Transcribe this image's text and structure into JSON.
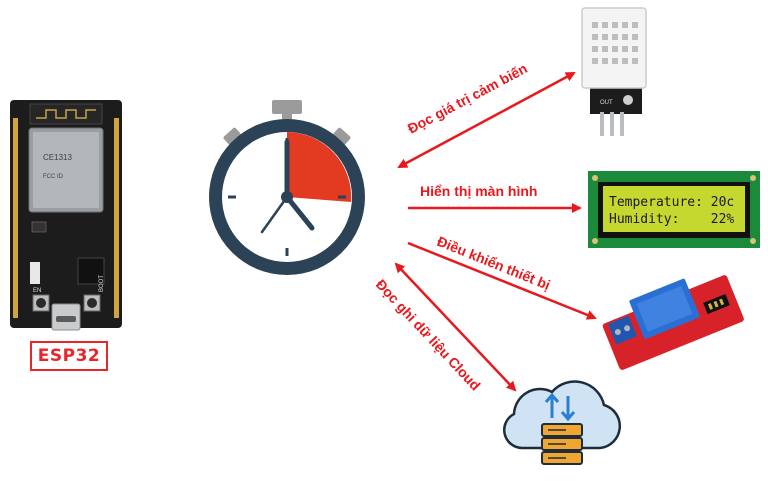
{
  "board": {
    "name": "ESP32",
    "chip_text": [
      "CE1313",
      "FCC ID"
    ],
    "boot_label": "BOOT",
    "en_label": "EN"
  },
  "actions": {
    "read_sensor": "Đọc giá trị cảm biến",
    "display": "Hiển thị màn hình",
    "control": "Điều khiển thiết bị",
    "cloud": "Đọc ghi dữ liệu Cloud"
  },
  "sensor": {
    "pin_label": "OUT"
  },
  "lcd": {
    "line1": "Temperature: 20c",
    "line2": "Humidity:    22%"
  },
  "colors": {
    "arrow": "#e8181d",
    "timer_ring": "#2b4257",
    "timer_wedge": "#e33a22",
    "lcd_bg": "#c5d82f",
    "relay_board": "#d8222a",
    "relay_block": "#2a6fd4",
    "cloud_fill": "#cfe3f5",
    "server": "#f0a630"
  }
}
